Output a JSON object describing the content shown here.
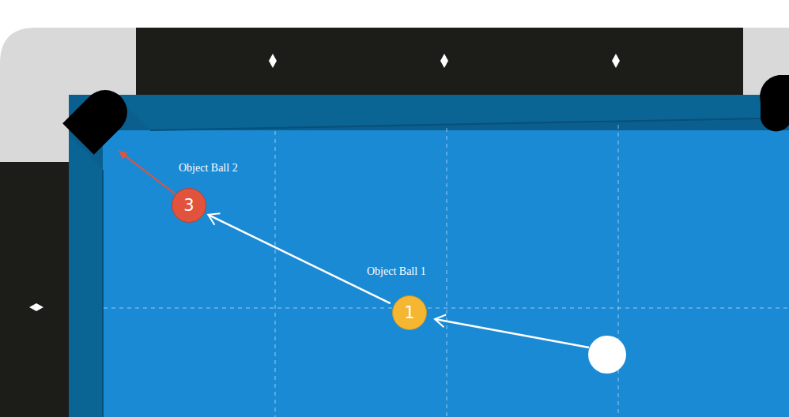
{
  "diagram": {
    "nodes": [
      {
        "text": [
          "Object Ball 2",
          "3"
        ]
      },
      {
        "text": [
          "Object Ball 1",
          "1"
        ]
      }
    ],
    "edges": [
      {
        "from": 1,
        "to": 0,
        "arrow": "to"
      }
    ]
  }
}
